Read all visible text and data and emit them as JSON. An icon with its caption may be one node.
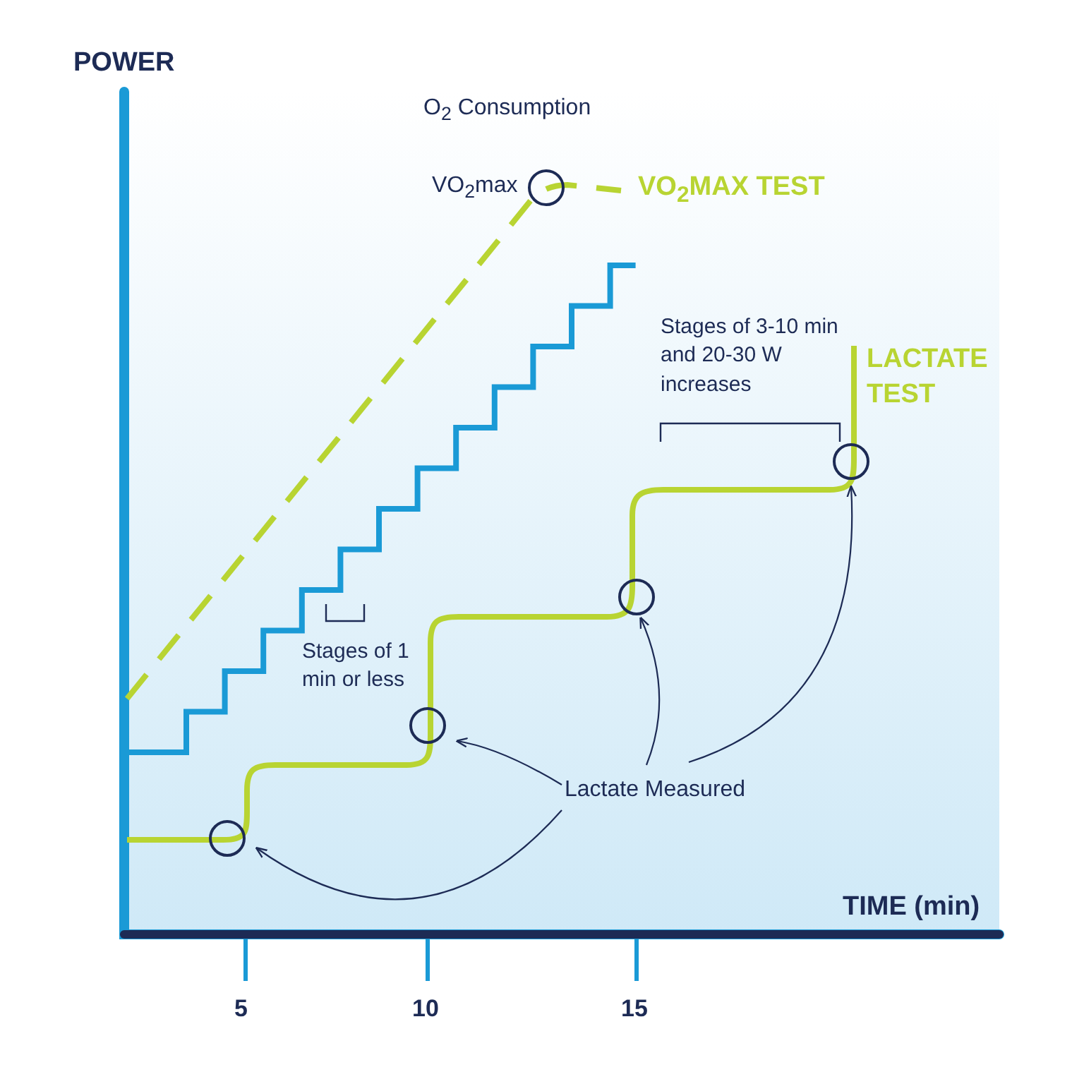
{
  "diagram": {
    "nodes": [
      {
        "text": [],
        "shape": "circle",
        "beside": [
          "VO$_{2}$max"
        ]
      },
      {
        "text": [],
        "shape": "circle"
      },
      {
        "text": [],
        "shape": "circle"
      },
      {
        "text": [],
        "shape": "circle"
      },
      {
        "text": [
          "Lactate Measured"
        ]
      },
      {
        "text": [],
        "shape": "circle"
      }
    ],
    "edges": [
      {
        "from": 4,
        "to": 5,
        "arrow": "to"
      },
      {
        "from": 4,
        "to": 3,
        "arrow": "to"
      },
      {
        "from": 4,
        "to": 2,
        "arrow": "to"
      },
      {
        "from": 4,
        "to": 1,
        "arrow": "to"
      }
    ],
    "labels": [
      "POWER",
      "O$_{2}$ Consumption",
      "VO$_{2}$MAX TEST",
      "Stages of 3-10 min and 20-30 W increases",
      "LACTATE TEST",
      "Stages of 1 min or less",
      "TIME (min)",
      "5",
      "10",
      "15"
    ]
  }
}
